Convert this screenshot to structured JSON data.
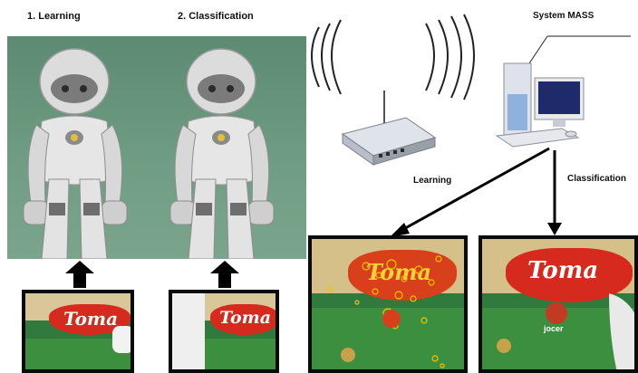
{
  "labels": {
    "learning_step": "1. Learning",
    "classification_step": "2. Classification",
    "system": "System MASS",
    "learning_link": "Learning",
    "classification_link": "Classification"
  },
  "cam_text": {
    "brand_1": "Toma",
    "brand_2": "Toma",
    "brand_3": "Toma",
    "brand_4": "Toma",
    "logo_small": "jocer"
  },
  "colors": {
    "robot_background": "#6a977d",
    "poster_red": "#d62a1e",
    "poster_green": "#3d8f40",
    "feature_points": "#f2c400"
  },
  "icons": {
    "robot": "humanoid-robot",
    "router": "wifi-router",
    "computer": "desktop-computer",
    "signal": "wireless-signal-waves",
    "arrow": "up-arrow"
  }
}
